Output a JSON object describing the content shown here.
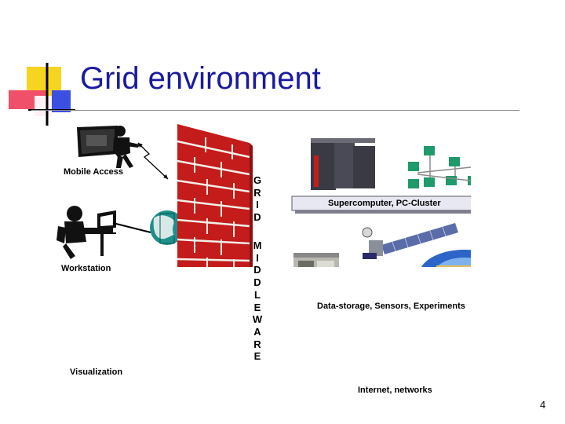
{
  "slide": {
    "title": "Grid environment",
    "page_number": "4"
  },
  "left": {
    "mobile_label": "Mobile Access",
    "workstation_label": "Workstation",
    "visualization_label": "Visualization"
  },
  "wall": {
    "grid_letters": [
      "G",
      "R",
      "I",
      "D"
    ],
    "middleware_letters": [
      "M",
      "I",
      "D",
      "D",
      "L",
      "E",
      "W",
      "A",
      "R",
      "E"
    ]
  },
  "right": {
    "supercomputer_label": "Supercomputer,  PC-Cluster",
    "datastorage_label": "Data-storage,  Sensors,  Experiments",
    "internet_label": "Internet,  networks"
  },
  "colors": {
    "title": "#1a1aa0",
    "brick": "#c41b1b",
    "mortar": "#f1eee6",
    "bar_fill": "#e8e8f2",
    "bar_shadow": "#7e7e8e",
    "deco_yellow": "#f7d420",
    "deco_blue": "#3c4fe0",
    "deco_red": "#f0506a"
  }
}
